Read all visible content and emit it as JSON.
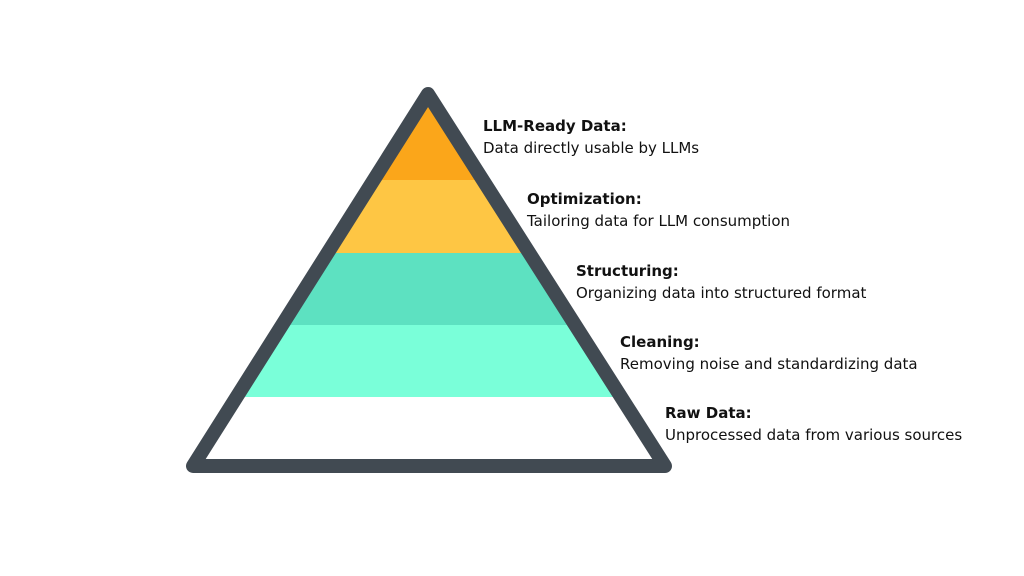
{
  "diagram": {
    "layers": [
      {
        "title": "LLM-Ready Data:",
        "description": "Data directly usable by LLMs",
        "color": "#fba61a"
      },
      {
        "title": "Optimization:",
        "description": "Tailoring data for LLM consumption",
        "color": "#fec644"
      },
      {
        "title": "Structuring:",
        "description": "Organizing data into structured format",
        "color": "#5de1c1"
      },
      {
        "title": "Cleaning:",
        "description": "Removing noise and standardizing data",
        "color": "#7affd9"
      },
      {
        "title": "Raw Data:",
        "description": "Unprocessed data from various sources",
        "color": "#ffffff"
      }
    ],
    "outline_color": "#414a52"
  }
}
